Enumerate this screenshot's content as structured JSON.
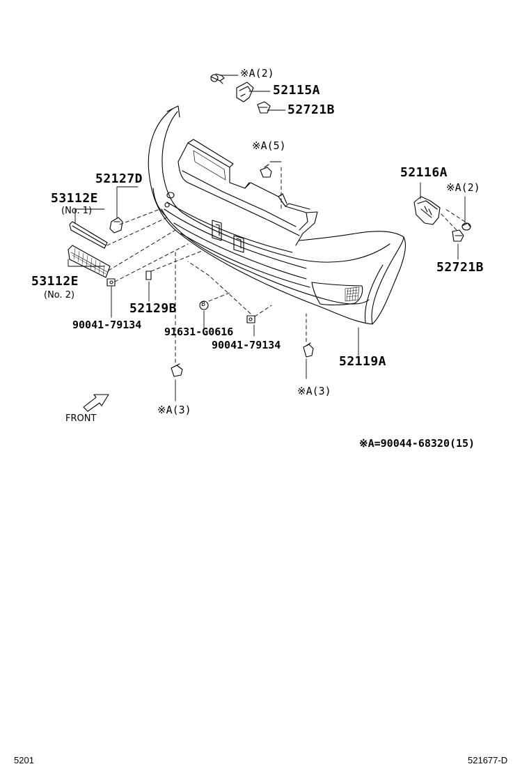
{
  "callouts": {
    "a2_top": "※A(2)",
    "p52115a": "52115A",
    "p52721b_top": "52721B",
    "a5": "※A(5)",
    "p52127d": "52127D",
    "p52116a": "52116A",
    "a2_right": "※A(2)",
    "p53112e_no1": "53112E",
    "no1": "(No. 1)",
    "p52721b_right": "52721B",
    "p53112e_no2": "53112E",
    "no2": "(No. 2)",
    "p52129b": "52129B",
    "p90041_left": "90041-79134",
    "p91631": "91631-G0616",
    "p90041_mid": "90041-79134",
    "p52119a": "52119A",
    "a3_right": "※A(3)",
    "a3_left": "※A(3)",
    "front": "FRONT",
    "legend": "※A=90044-68320(15)",
    "marker_b": "B"
  },
  "footer": {
    "page_code": "5201",
    "figure_code": "521677-D"
  }
}
